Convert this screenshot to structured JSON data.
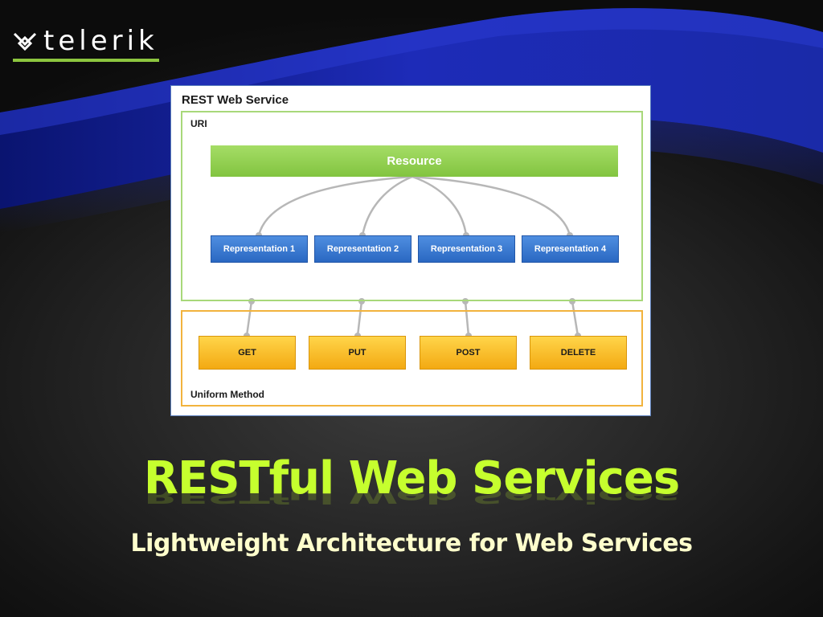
{
  "logo": {
    "text": "telerik",
    "icon": "telerik-chevron-icon",
    "accent": "#8dc63f"
  },
  "diagram": {
    "title": "REST Web Service",
    "uri_label": "URI",
    "resource_label": "Resource",
    "representations": [
      "Representation 1",
      "Representation 2",
      "Representation 3",
      "Representation 4"
    ],
    "methods": [
      "GET",
      "PUT",
      "POST",
      "DELETE"
    ],
    "method_label": "Uniform Method",
    "colors": {
      "uri_border": "#a8d87a",
      "resource": "#8fd14f",
      "representation": "#3d7fd8",
      "method": "#f9c123",
      "method_border": "#f2b33d",
      "connector": "#b7b7b7"
    }
  },
  "slide": {
    "title": "RESTful Web Services",
    "subtitle": "Lightweight Architecture for Web Services",
    "title_color": "#c6ff2e",
    "subtitle_color": "#ffffcc"
  }
}
